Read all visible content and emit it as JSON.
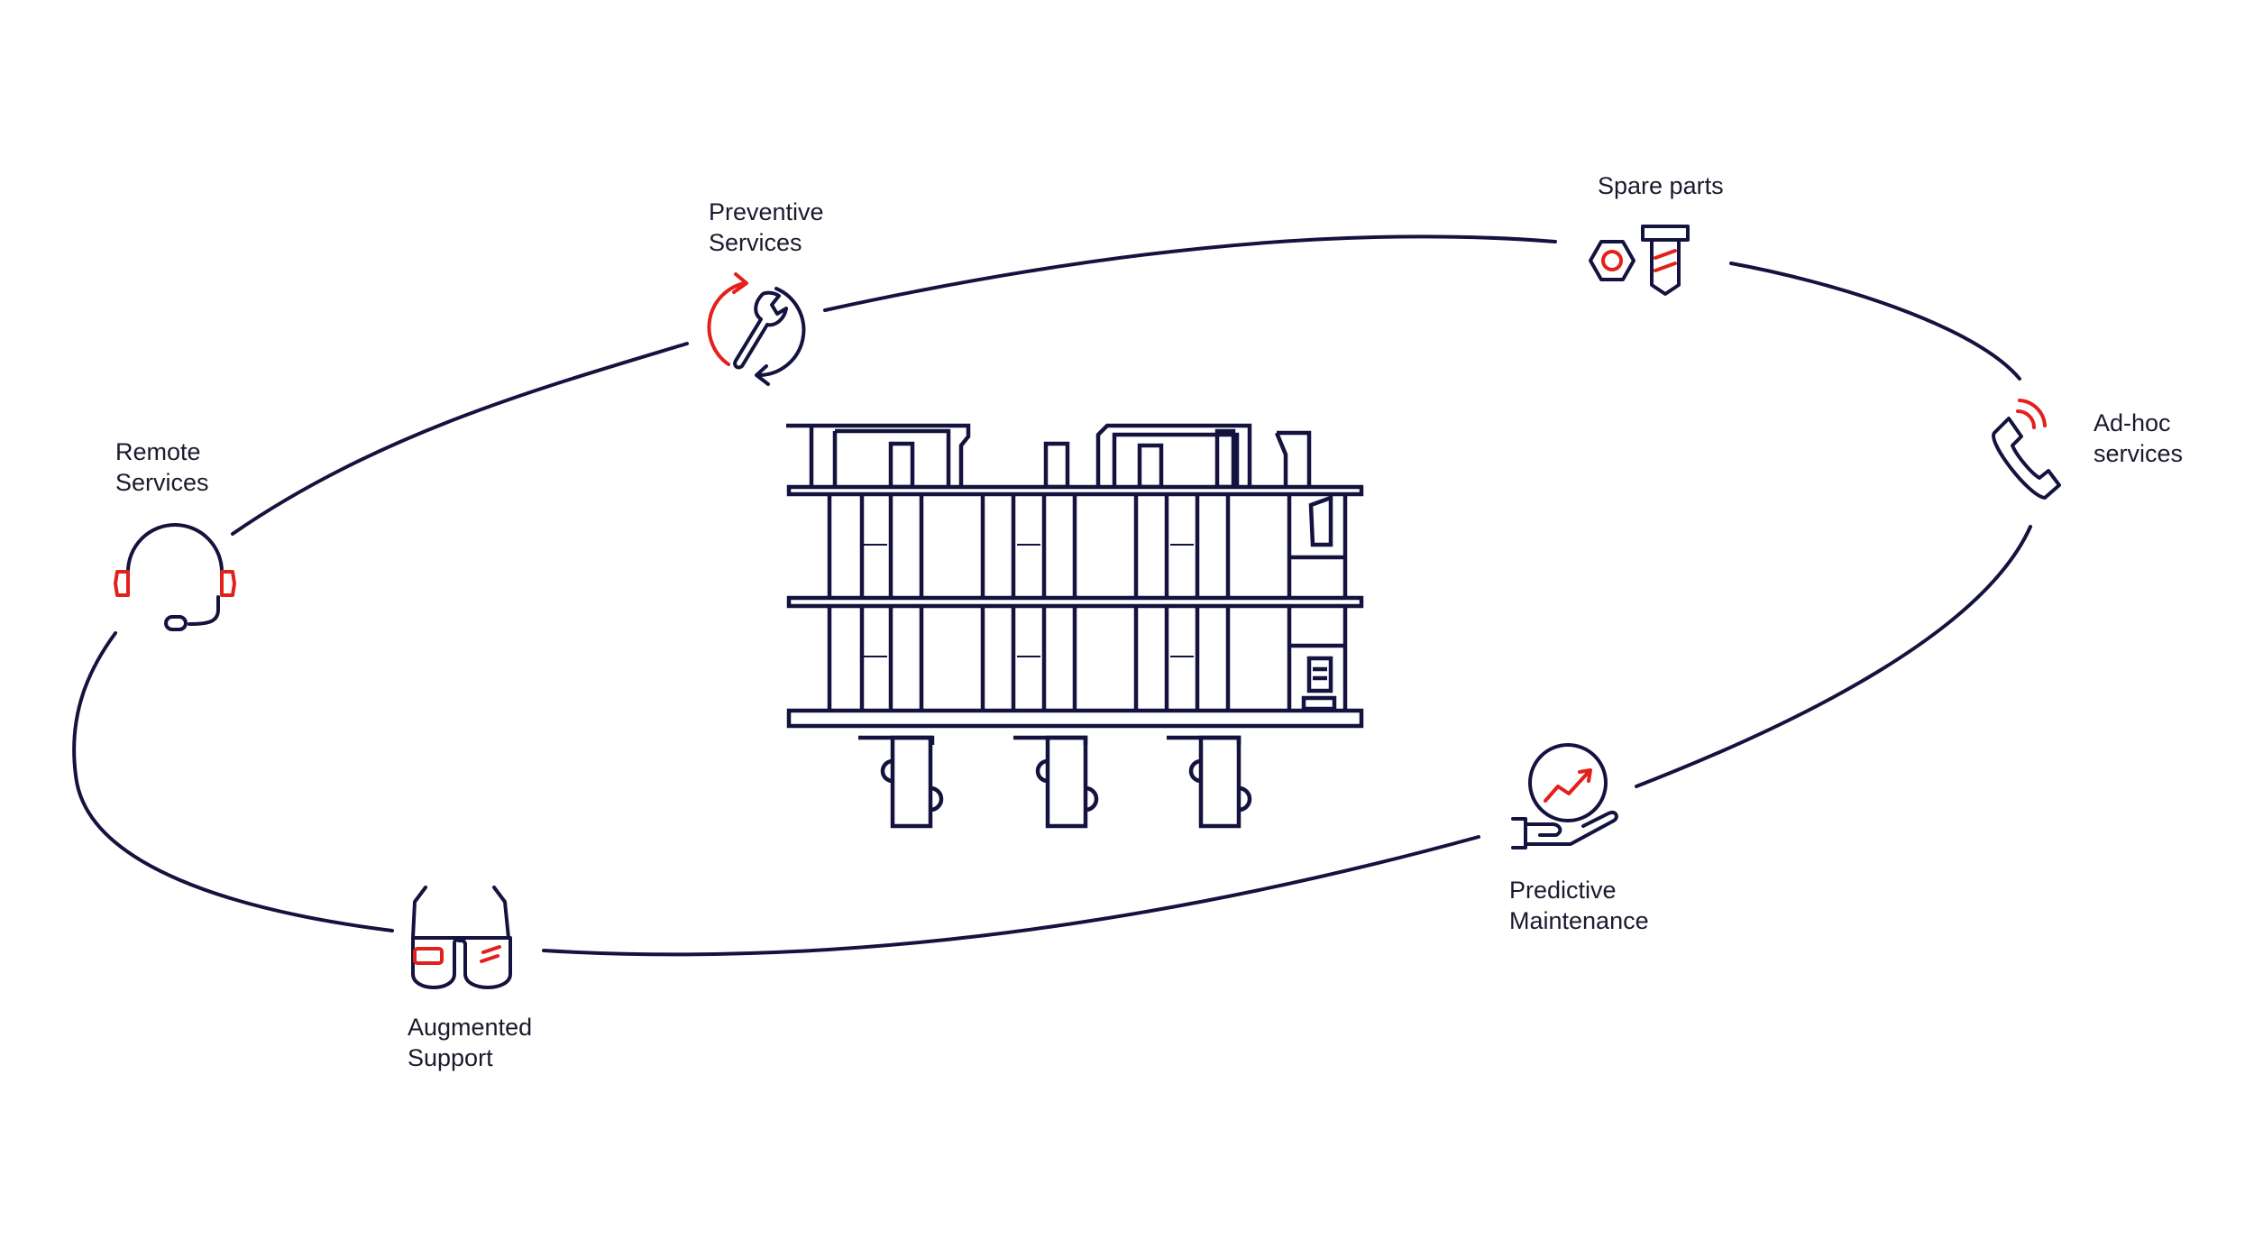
{
  "colors": {
    "primary": "#14133f",
    "accent": "#e2201c",
    "background": "#ffffff"
  },
  "nodes": {
    "preventive": {
      "line1": "Preventive",
      "line2": "Services",
      "icon": "wrench-cycle-icon"
    },
    "spare_parts": {
      "line1": "Spare parts",
      "icon": "nut-bolt-icon"
    },
    "adhoc": {
      "line1": "Ad-hoc",
      "line2": "services",
      "icon": "phone-ringing-icon"
    },
    "predictive": {
      "line1": "Predictive",
      "line2": "Maintenance",
      "icon": "hand-trend-icon"
    },
    "augmented": {
      "line1": "Augmented",
      "line2": "Support",
      "icon": "smart-glasses-icon"
    },
    "remote": {
      "line1": "Remote",
      "line2": "Services",
      "icon": "headset-icon"
    }
  },
  "center": {
    "icon": "industrial-machine-icon"
  }
}
